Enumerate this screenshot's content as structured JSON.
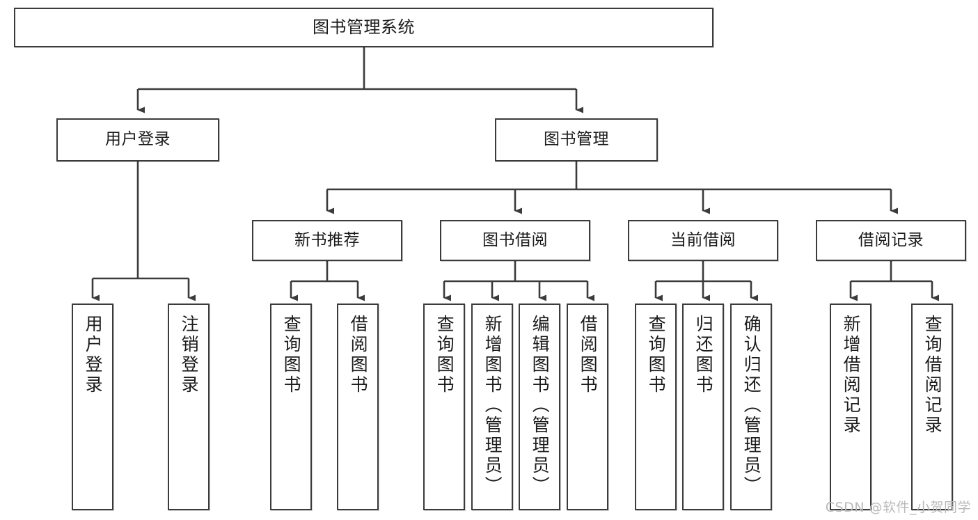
{
  "diagram": {
    "title": "图书管理系统",
    "type": "tree",
    "watermark": "CSDN @软件_小贺同学",
    "colors": {
      "stroke": "#3b3b3b",
      "text": "#1b1b1b",
      "background": "#ffffff",
      "watermark": "#b9b9b9"
    },
    "nodes": {
      "root": {
        "label": "图书管理系统",
        "level": 1,
        "orientation": "horizontal"
      },
      "l2": [
        {
          "id": "user-login",
          "label": "用户登录",
          "level": 2,
          "orientation": "horizontal"
        },
        {
          "id": "book-manage",
          "label": "图书管理",
          "level": 2,
          "orientation": "horizontal"
        }
      ],
      "l3": [
        {
          "id": "new-book-recommend",
          "label": "新书推荐",
          "level": 3,
          "orientation": "horizontal"
        },
        {
          "id": "book-borrow",
          "label": "图书借阅",
          "level": 3,
          "orientation": "horizontal"
        },
        {
          "id": "current-borrow",
          "label": "当前借阅",
          "level": 3,
          "orientation": "horizontal"
        },
        {
          "id": "borrow-record",
          "label": "借阅记录",
          "level": 3,
          "orientation": "horizontal"
        }
      ],
      "leaves": [
        {
          "id": "leaf-user-login",
          "label": "用户登录",
          "parent": "user-login",
          "orientation": "vertical"
        },
        {
          "id": "leaf-user-logout",
          "label": "注销登录",
          "parent": "user-login",
          "orientation": "vertical"
        },
        {
          "id": "leaf-query-book-1",
          "label": "查询图书",
          "parent": "new-book-recommend",
          "orientation": "vertical"
        },
        {
          "id": "leaf-borrow-book-1",
          "label": "借阅图书",
          "parent": "new-book-recommend",
          "orientation": "vertical"
        },
        {
          "id": "leaf-query-book-2",
          "label": "查询图书",
          "parent": "book-borrow",
          "orientation": "vertical"
        },
        {
          "id": "leaf-add-book",
          "label": "新增图书（管理员）",
          "parent": "book-borrow",
          "orientation": "vertical"
        },
        {
          "id": "leaf-edit-book",
          "label": "编辑图书（管理员）",
          "parent": "book-borrow",
          "orientation": "vertical"
        },
        {
          "id": "leaf-borrow-book-2",
          "label": "借阅图书",
          "parent": "book-borrow",
          "orientation": "vertical"
        },
        {
          "id": "leaf-query-book-3",
          "label": "查询图书",
          "parent": "current-borrow",
          "orientation": "vertical"
        },
        {
          "id": "leaf-return-book",
          "label": "归还图书",
          "parent": "current-borrow",
          "orientation": "vertical"
        },
        {
          "id": "leaf-confirm-return",
          "label": "确认归还（管理员）",
          "parent": "current-borrow",
          "orientation": "vertical"
        },
        {
          "id": "leaf-add-record",
          "label": "新增借阅记录",
          "parent": "borrow-record",
          "orientation": "vertical"
        },
        {
          "id": "leaf-query-record",
          "label": "查询借阅记录",
          "parent": "borrow-record",
          "orientation": "vertical"
        }
      ]
    }
  }
}
